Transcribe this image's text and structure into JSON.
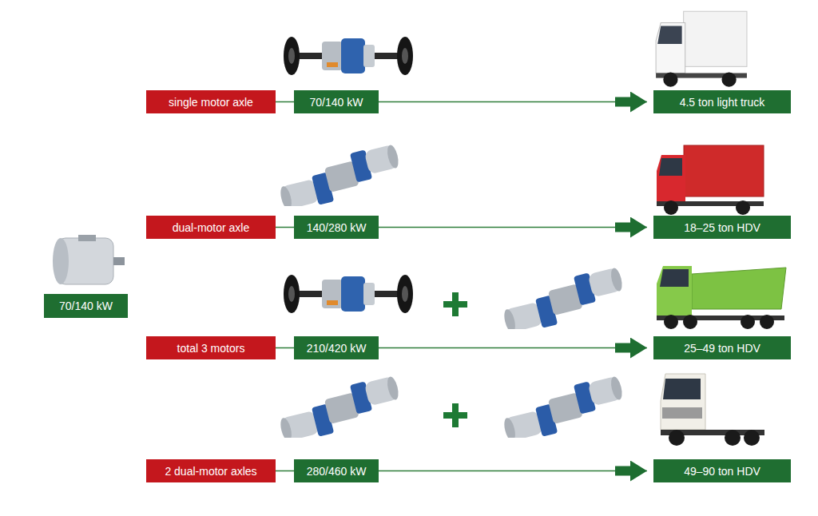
{
  "diagram": {
    "nodes": [
      {
        "text": [
          "70/140 kW"
        ]
      },
      {
        "text": [
          "single motor axle"
        ]
      },
      {
        "text": [
          "70/140 kW"
        ]
      },
      {
        "text": [
          "4.5 ton light truck"
        ]
      },
      {
        "text": [
          "dual-motor axle"
        ]
      },
      {
        "text": [
          "140/280 kW"
        ]
      },
      {
        "text": [
          "18–25 ton HDV"
        ]
      },
      {
        "text": [
          "total 3 motors"
        ]
      },
      {
        "text": [
          "210/420 kW"
        ]
      },
      {
        "text": [
          "25–49 ton HDV"
        ]
      },
      {
        "text": [
          "2 dual-motor axles"
        ]
      },
      {
        "text": [
          "280/460 kW"
        ]
      },
      {
        "text": [
          "49–90 ton HDV"
        ]
      }
    ],
    "edges": [
      {
        "from": 1,
        "to": 2,
        "arrow": "none"
      },
      {
        "from": 2,
        "to": 3,
        "arrow": "to"
      },
      {
        "from": 4,
        "to": 5,
        "arrow": "none"
      },
      {
        "from": 5,
        "to": 6,
        "arrow": "to"
      },
      {
        "from": 7,
        "to": 8,
        "arrow": "none"
      },
      {
        "from": 8,
        "to": 9,
        "arrow": "to"
      },
      {
        "from": 10,
        "to": 11,
        "arrow": "none"
      },
      {
        "from": 11,
        "to": 12,
        "arrow": "to"
      }
    ]
  }
}
